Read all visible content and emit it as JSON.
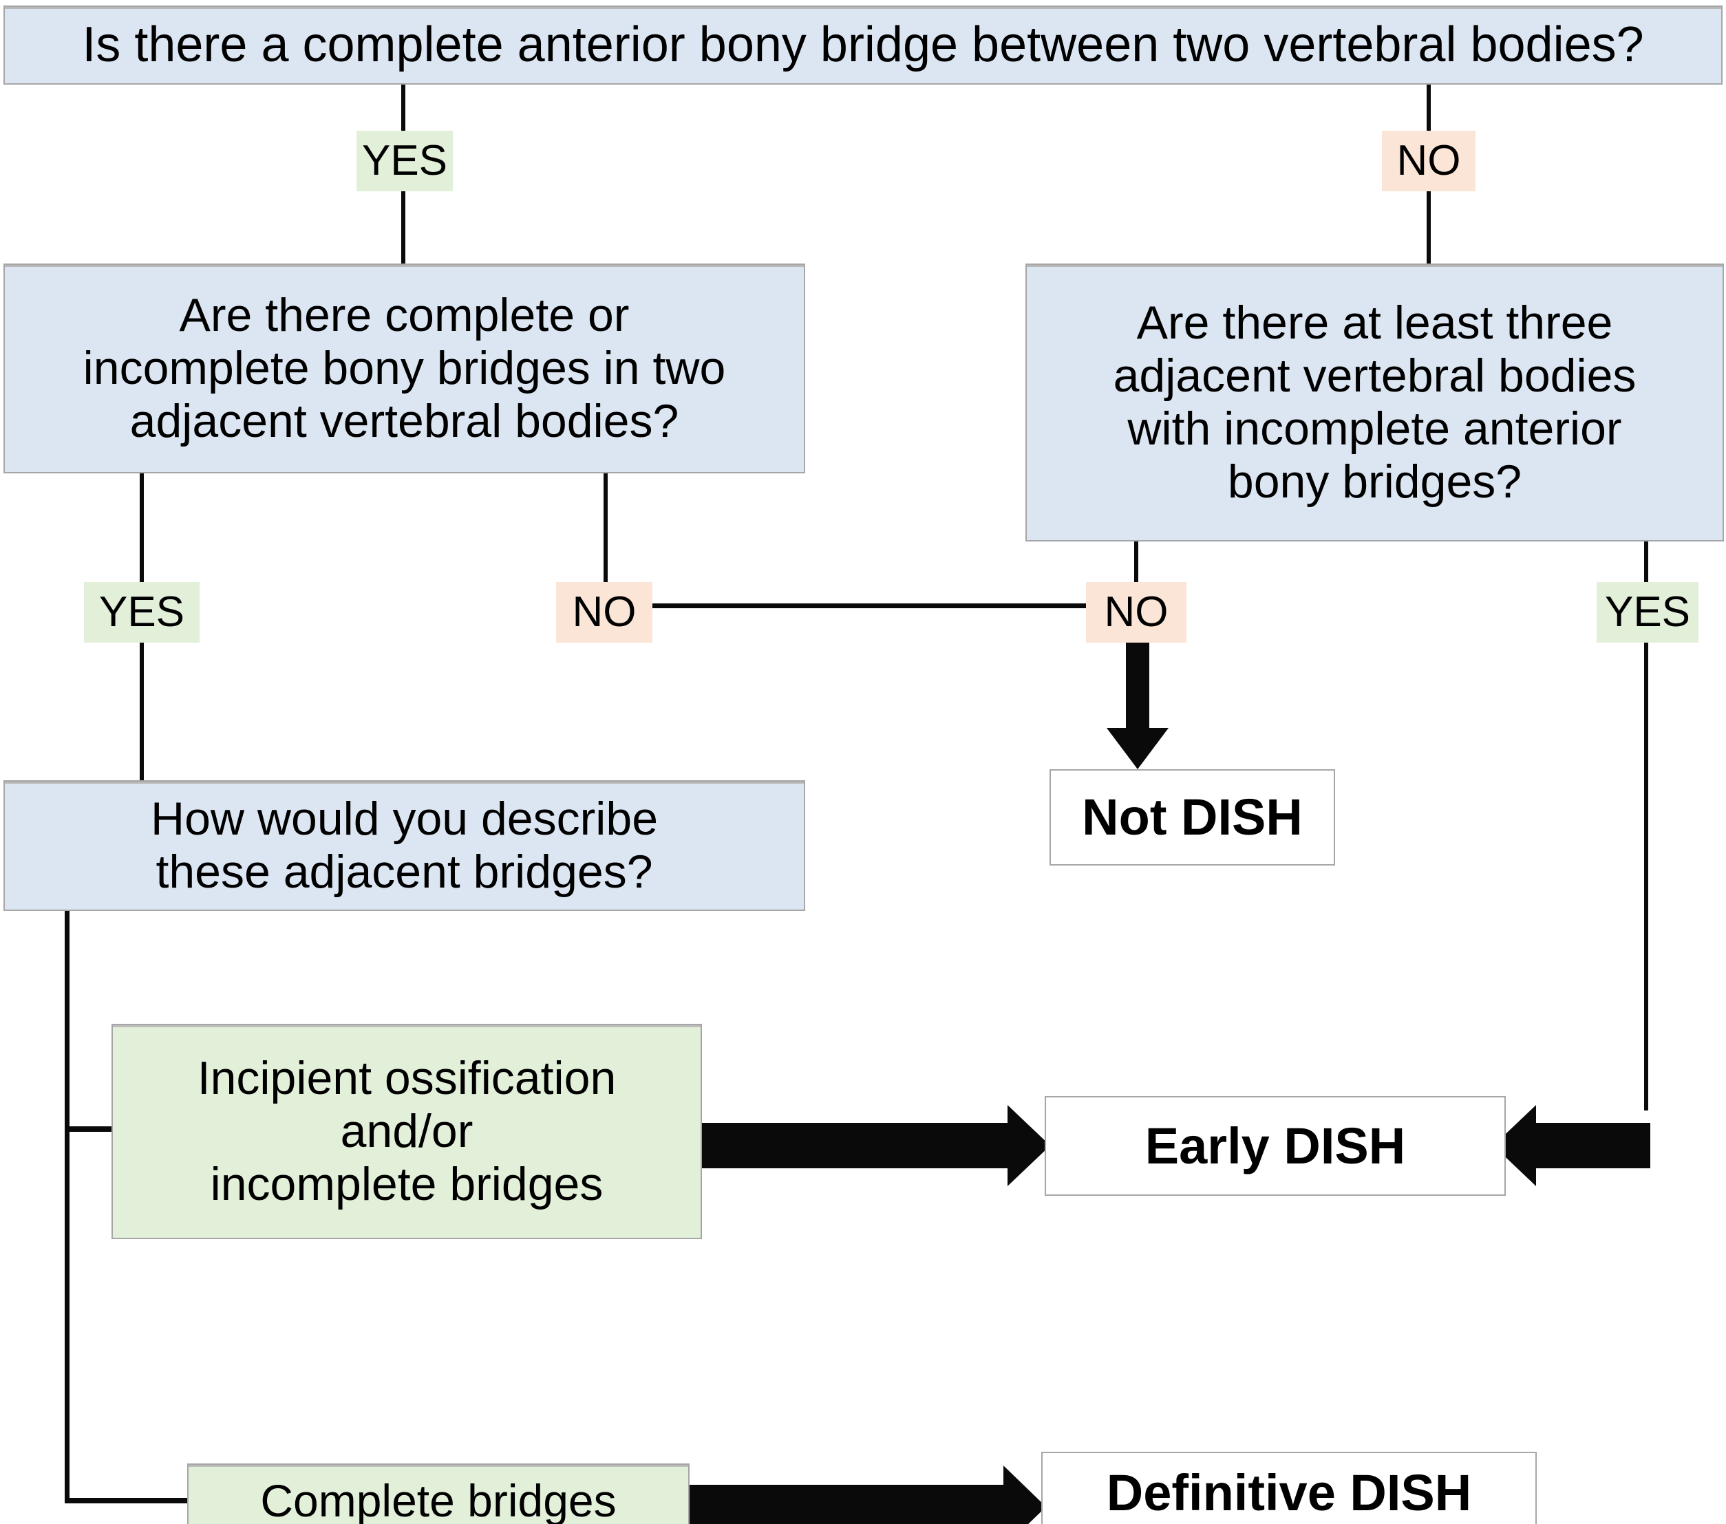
{
  "diagram": {
    "title": "DISH diagnostic decision flowchart",
    "colors": {
      "question_fill": "#dce6f2",
      "option_fill": "#e2efd9",
      "outcome_fill": "#ffffff",
      "yes_label_fill": "#e2efd9",
      "no_label_fill": "#fbe5d6",
      "border": "#a6a6a6",
      "line": "#0a0a0a"
    },
    "nodes": {
      "root_question": "Is there a complete anterior bony bridge between two vertebral bodies?",
      "left_question": "Are there complete or\nincomplete bony bridges in two\nadjacent vertebral bodies?",
      "right_question": "Are there at least three\nadjacent vertebral bodies\nwith incomplete anterior\nbony bridges?",
      "describe_question": "How would you describe\nthese adjacent bridges?",
      "incipient_option": "Incipient ossification\nand/or\nincomplete bridges",
      "complete_option": "Complete bridges",
      "not_dish_outcome": "Not DISH",
      "early_dish_outcome": "Early DISH",
      "definitive_dish_outcome": "Definitive DISH"
    },
    "edge_labels": {
      "root_yes": "YES",
      "root_no": "NO",
      "left_yes": "YES",
      "left_no": "NO",
      "right_no": "NO",
      "right_yes": "YES"
    }
  }
}
